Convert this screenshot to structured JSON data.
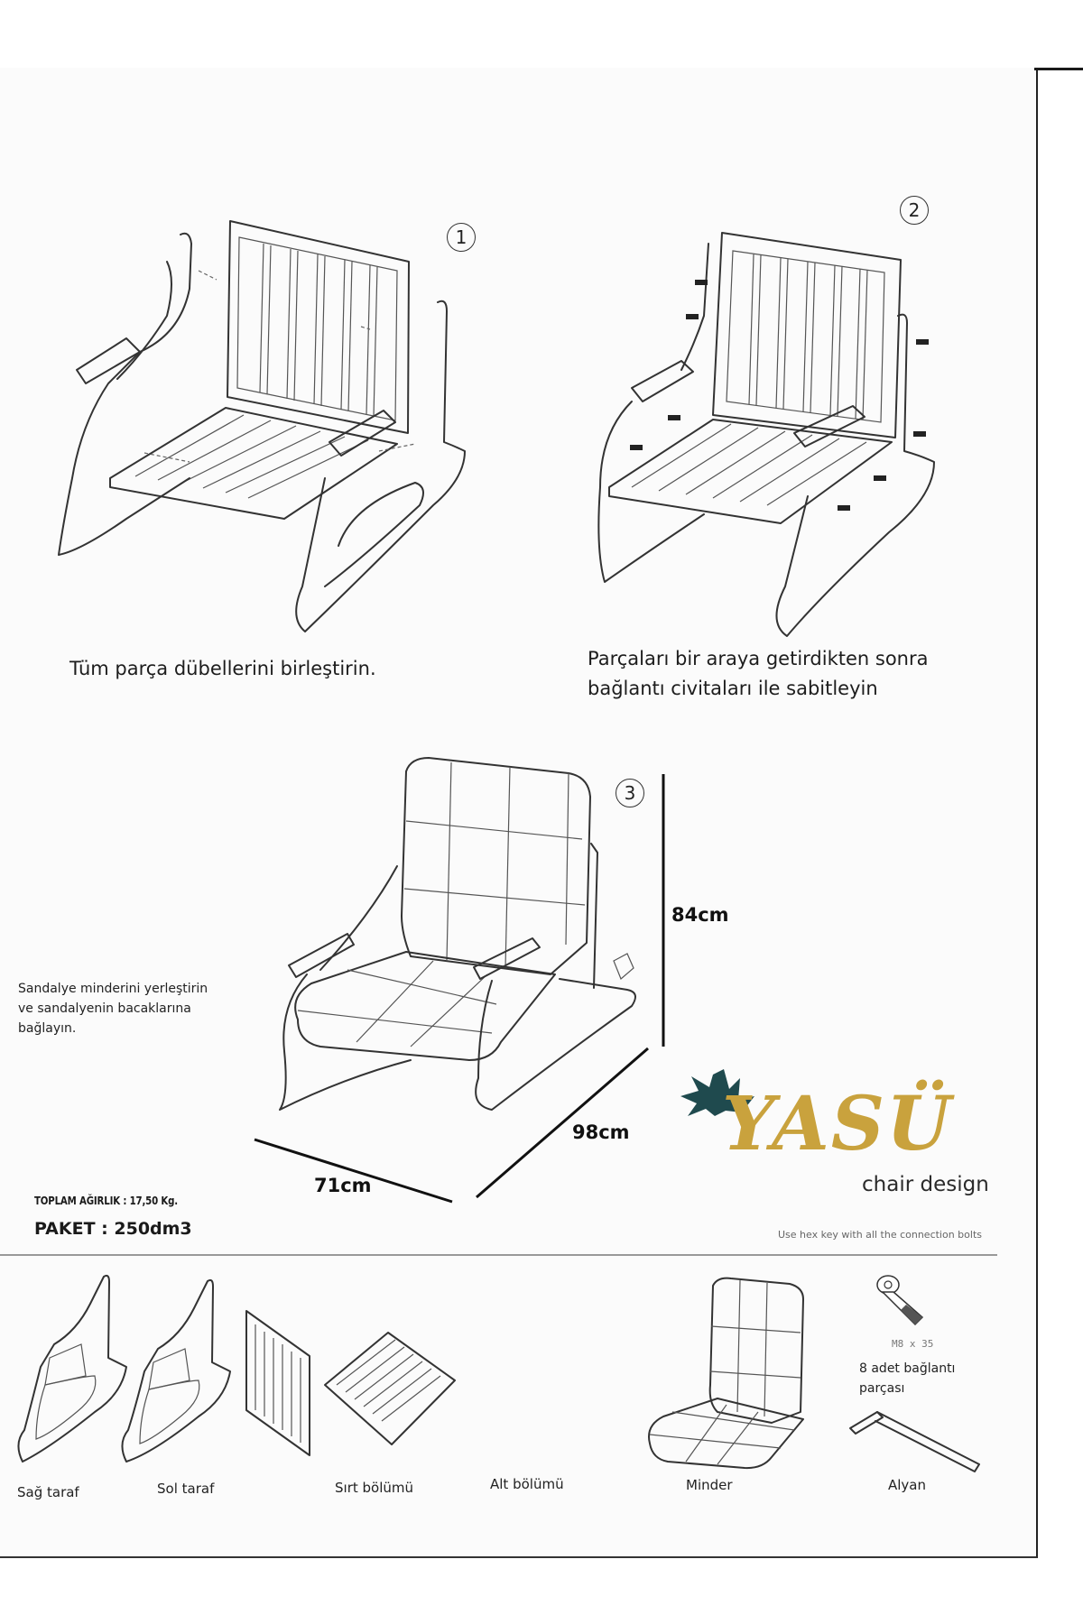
{
  "steps": [
    {
      "number": "1",
      "caption": "Tüm parça dübellerini birleştirin."
    },
    {
      "number": "2",
      "caption_line1": "Parçaları bir araya getirdikten sonra",
      "caption_line2": "bağlantı civitaları ile sabitleyin"
    },
    {
      "number": "3",
      "caption_line1": "Sandalye minderini yerleştirin",
      "caption_line2": "ve sandalyenin bacaklarına",
      "caption_line3": "bağlayın."
    }
  ],
  "dimensions": {
    "height": "84cm",
    "depth": "98cm",
    "width": "71cm"
  },
  "package": {
    "total_weight": "TOPLAM AĞIRLIK : 17,50 Kg.",
    "volume": "PAKET : 250dm3"
  },
  "brand": {
    "name": "YASÜ",
    "tagline": "chair design",
    "note": "Use hex key with all the connection bolts",
    "gold_color": "#c9a23d",
    "leaf_color": "#1f4a4e"
  },
  "parts": [
    {
      "label": "Sağ taraf"
    },
    {
      "label": "Sol taraf"
    },
    {
      "label": "Sırt bölümü"
    },
    {
      "label": "Alt bölümü"
    },
    {
      "label": "Minder"
    },
    {
      "label": "Alyan"
    }
  ],
  "bolt": {
    "spec": "M8 x 35",
    "label_line1": "8 adet bağlantı",
    "label_line2": "parçası"
  }
}
